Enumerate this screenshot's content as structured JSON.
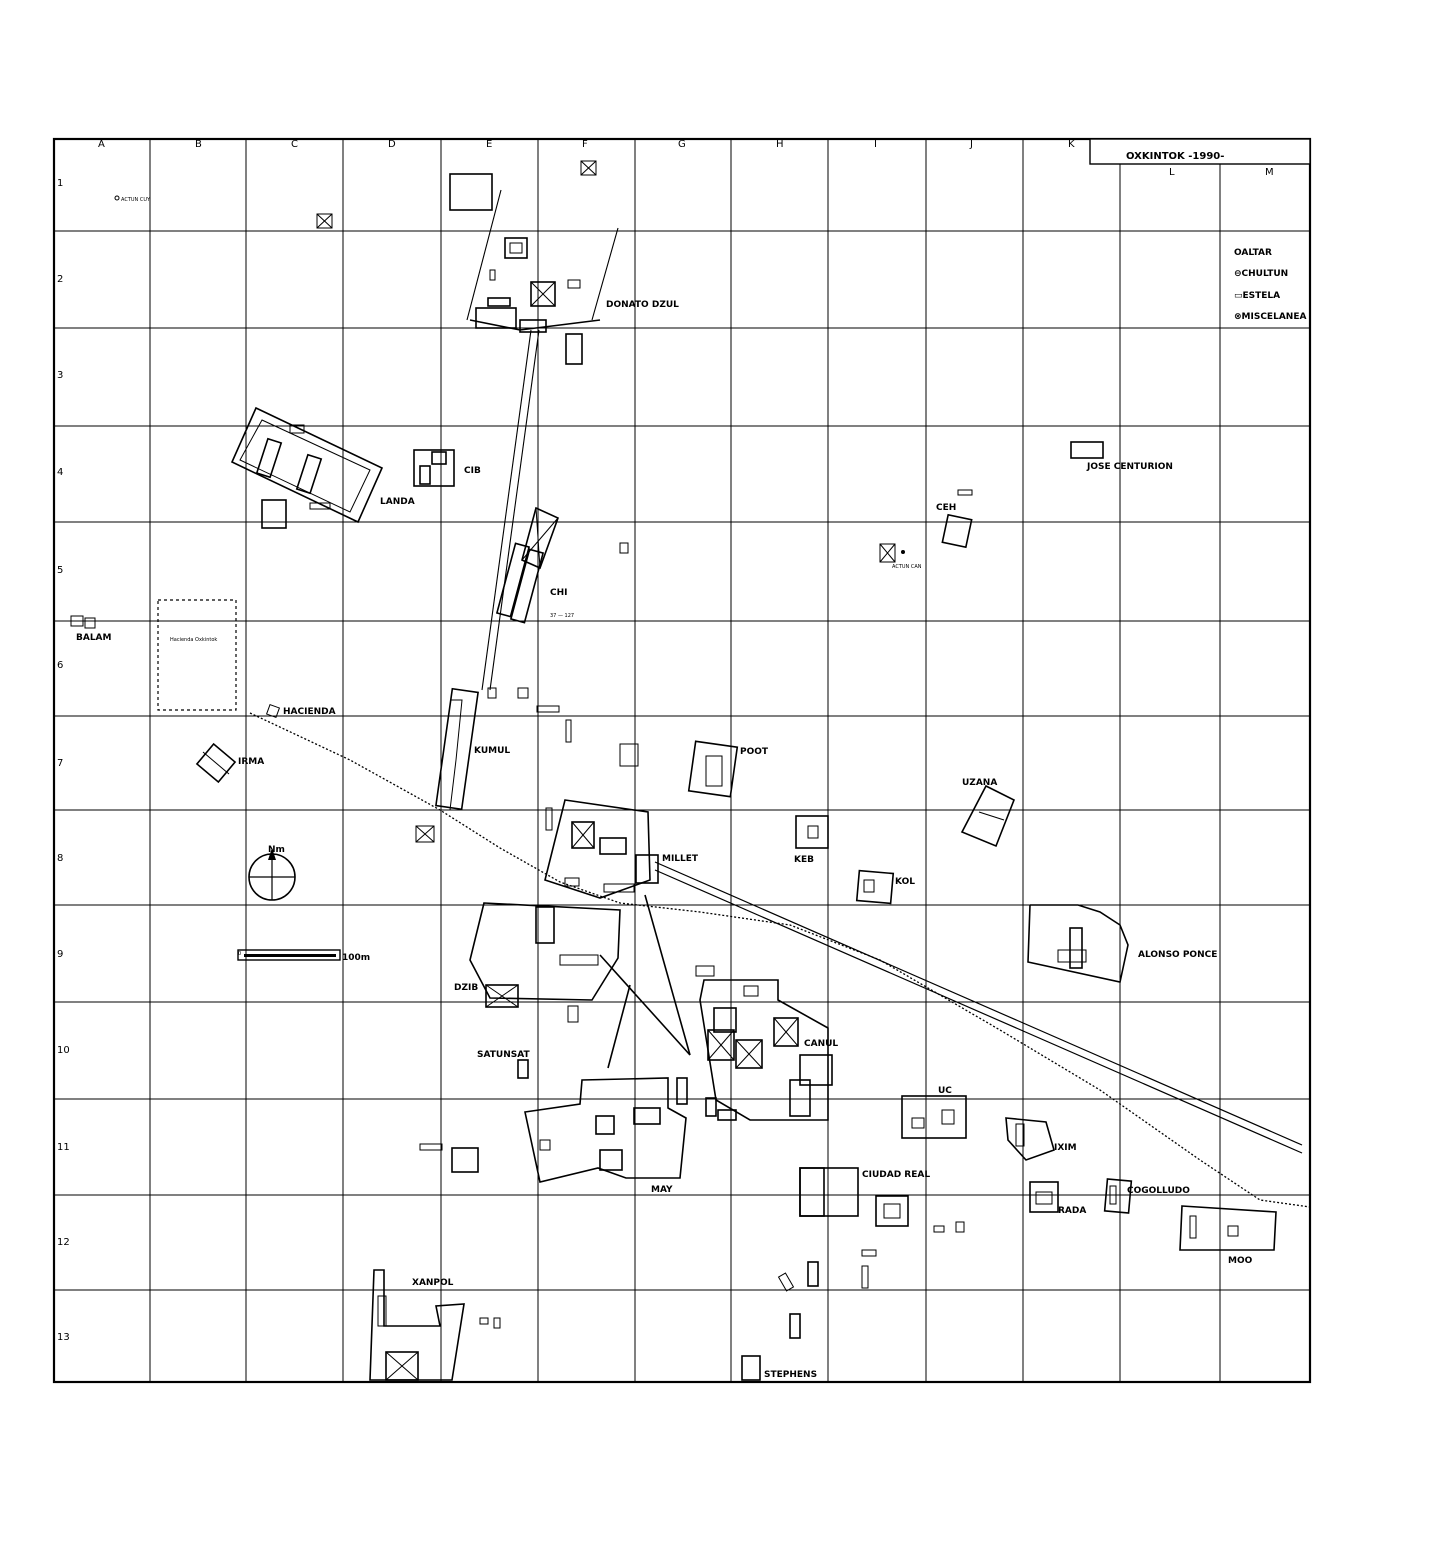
{
  "map": {
    "title": "OXKINTOK -1990-",
    "columns": [
      "A",
      "B",
      "C",
      "D",
      "E",
      "F",
      "G",
      "H",
      "I",
      "J",
      "K",
      "L",
      "M"
    ],
    "rows": [
      "1",
      "2",
      "3",
      "4",
      "5",
      "6",
      "7",
      "8",
      "9",
      "10",
      "11",
      "12",
      "13"
    ],
    "legend": [
      "OALTAR",
      "⊖CHULTUN",
      "▭ESTELA",
      "⊗MISCELANEA"
    ],
    "north_label": "Nm",
    "scale": {
      "start": "0",
      "end": "100m"
    },
    "groups": [
      "DONATO DZUL",
      "CIB",
      "LANDA",
      "CHI",
      "BALAM",
      "HACIENDA",
      "IRMA",
      "KUMUL",
      "POOT",
      "MILLET",
      "KEB",
      "KOL",
      "UZANA",
      "CEH",
      "JOSE CENTURION",
      "DZIB",
      "SATUNSAT",
      "CANUL",
      "ALONSO PONCE",
      "UC",
      "IXIM",
      "CIUDAD REAL",
      "MAY",
      "RADA",
      "COGOLLUDO",
      "MOO",
      "XANPOL",
      "STEPHENS"
    ],
    "minor_labels": {
      "actun_cuy": "ACTUN CUY",
      "actun_can": "ACTUN CAN",
      "hacienda_enclosure": "Hacienda Oxkintok",
      "chi_numbers": "37 — 127"
    }
  }
}
